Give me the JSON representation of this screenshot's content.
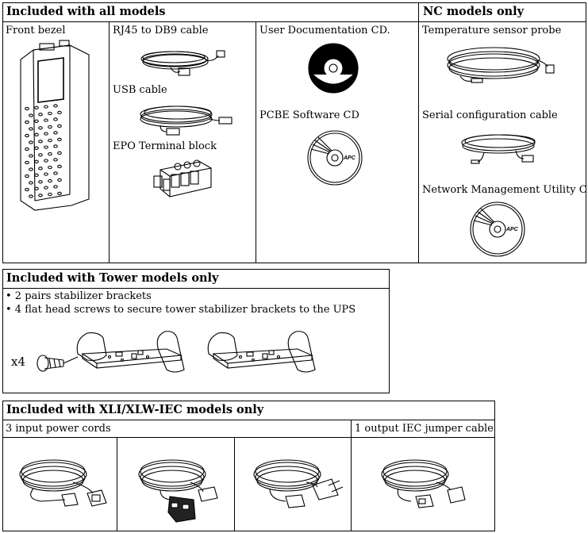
{
  "section_all": {
    "header": "Included with all models",
    "front_bezel": "Front bezel",
    "rj45": "RJ45 to DB9 cable",
    "usb": "USB cable",
    "epo": "EPO Terminal block",
    "user_doc": "User Documentation CD.",
    "pcbe": "PCBE Software CD",
    "cd_brand": "APC"
  },
  "section_nc": {
    "header": "NC models only",
    "temp_probe": "Temperature sensor probe",
    "serial": "Serial configuration cable",
    "nmu": "Network Management Utility CD"
  },
  "section_tower": {
    "header": "Included with Tower models only",
    "items": [
      "• 2 pairs stabilizer brackets",
      "• 4 flat head screws to secure tower stabilizer brackets to the UPS"
    ],
    "screw_count": "x4"
  },
  "section_xli": {
    "header": "Included with XLI/XLW-IEC models only",
    "input_cords": "3 input power cords",
    "jumper": "1 output IEC jumper cable"
  }
}
